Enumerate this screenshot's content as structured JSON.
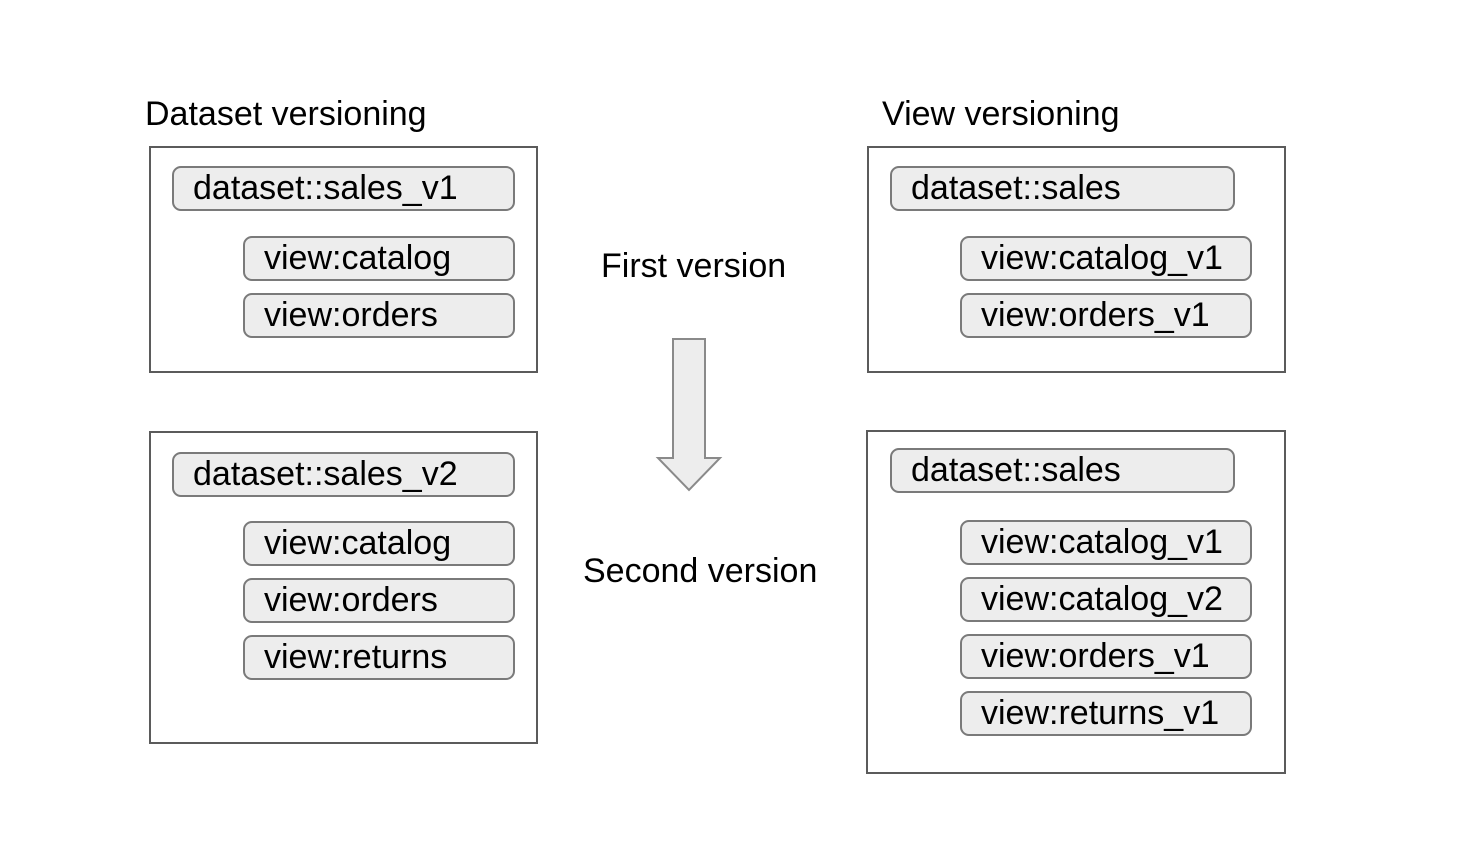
{
  "diagram": {
    "left": {
      "title": "Dataset versioning",
      "box1": {
        "dataset": "dataset::sales_v1",
        "views": [
          "view:catalog",
          "view:orders"
        ]
      },
      "box2": {
        "dataset": "dataset::sales_v2",
        "views": [
          "view:catalog",
          "view:orders",
          "view:returns"
        ]
      }
    },
    "right": {
      "title": "View versioning",
      "box1": {
        "dataset": "dataset::sales",
        "views": [
          "view:catalog_v1",
          "view:orders_v1"
        ]
      },
      "box2": {
        "dataset": "dataset::sales",
        "views": [
          "view:catalog_v1",
          "view:catalog_v2",
          "view:orders_v1",
          "view:returns_v1"
        ]
      }
    },
    "center": {
      "first": "First version",
      "second": "Second version",
      "arrow_icon": "down-arrow-icon"
    },
    "colors": {
      "page_bg": "#ffffff",
      "text": "#000000",
      "box_border": "#5b5b5b",
      "pill_fill": "#ededed",
      "pill_border": "#7a7a7a",
      "arrow_fill": "#ededed",
      "arrow_border": "#8a8a8a"
    }
  }
}
